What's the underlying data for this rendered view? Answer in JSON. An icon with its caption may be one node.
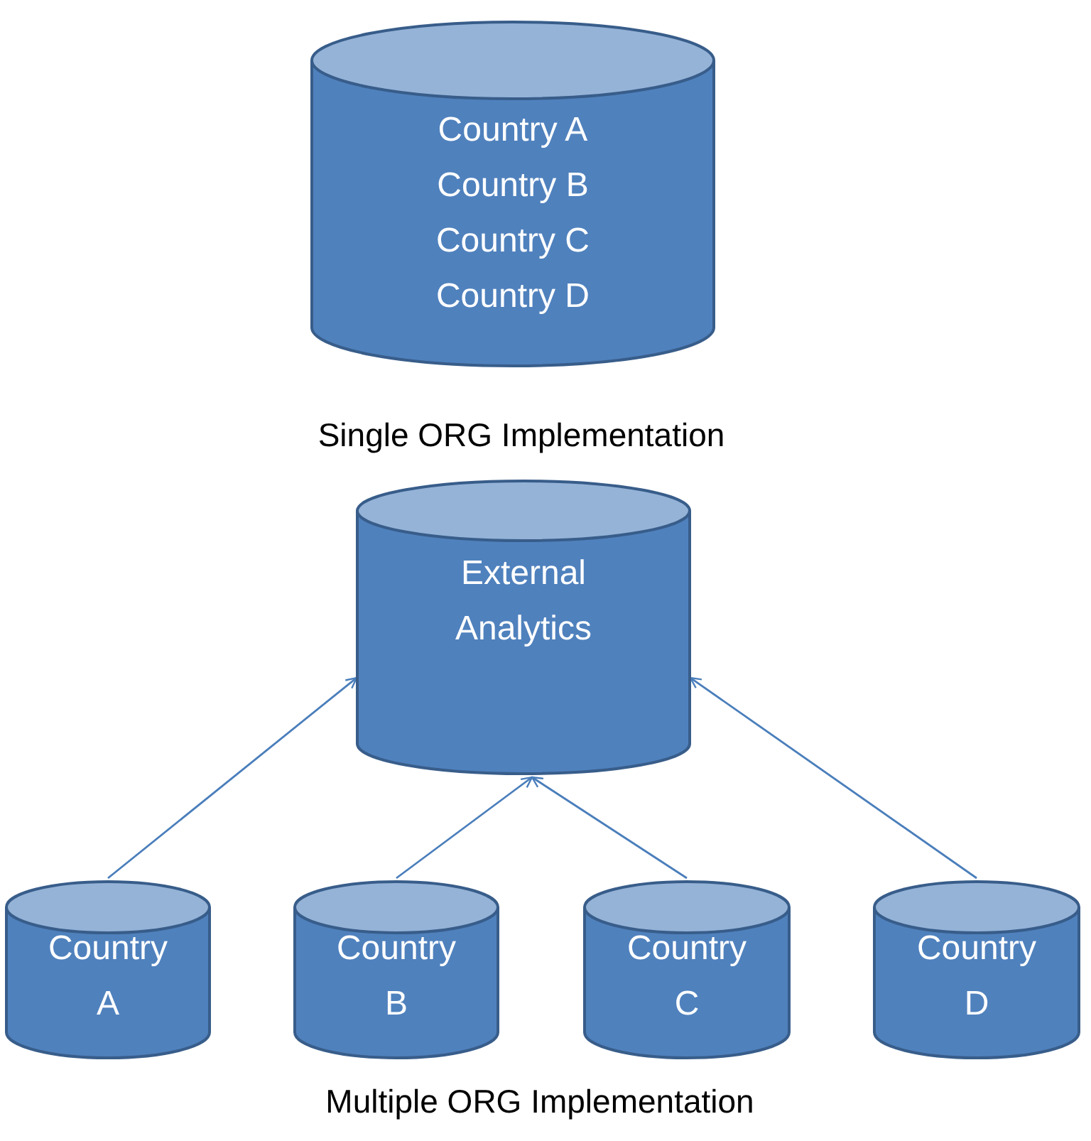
{
  "diagram": {
    "nodes": [
      {
        "text": [
          "Country A",
          "Country B",
          "Country C",
          "Country D"
        ]
      },
      {
        "text": [
          "External Analytics"
        ]
      },
      {
        "text": [
          "Country A"
        ]
      },
      {
        "text": [
          "Country B"
        ]
      },
      {
        "text": [
          "Country C"
        ]
      },
      {
        "text": [
          "Country D"
        ]
      }
    ],
    "edges": [
      {
        "from": 2,
        "to": 1,
        "arrow": "to"
      },
      {
        "from": 3,
        "to": 1,
        "arrow": "to"
      },
      {
        "from": 4,
        "to": 1,
        "arrow": "to"
      },
      {
        "from": 5,
        "to": 1,
        "arrow": "to"
      }
    ],
    "labels": [
      "Single ORG Implementation",
      "Multiple ORG Implementation"
    ]
  }
}
